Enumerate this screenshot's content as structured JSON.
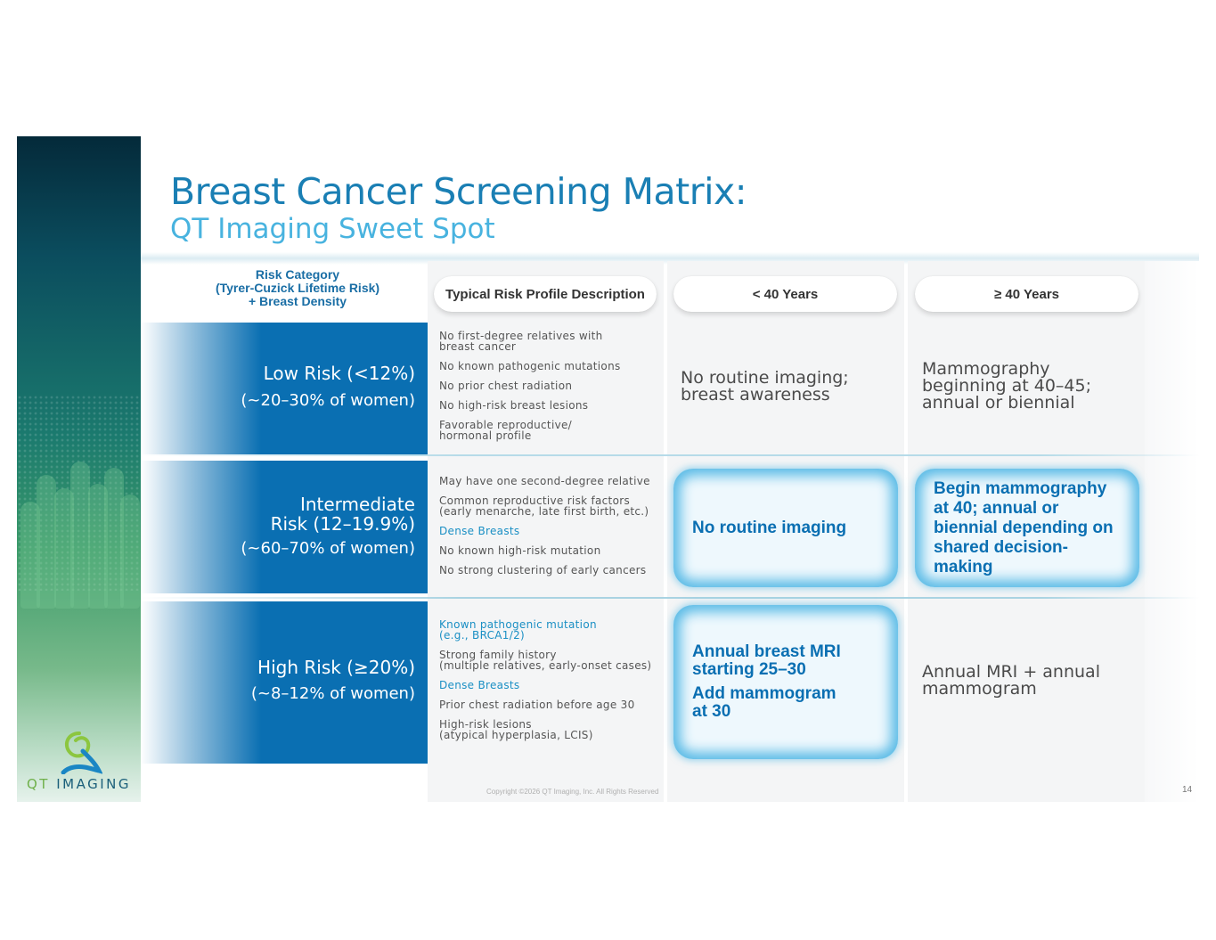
{
  "slide": {
    "title": "Breast Cancer Screening Matrix:",
    "subtitle": "QT Imaging Sweet Spot",
    "copyright": "Copyright ©2026 QT Imaging, Inc. All Rights Reserved",
    "page_number": "14"
  },
  "logo": {
    "prefix": "QT",
    "word": "IMAGING"
  },
  "table": {
    "risk_header": "Risk Category\n(Tyrer-Cuzick Lifetime Risk)\n+ Breast Density",
    "col_desc": "Typical Risk Profile Description",
    "col_under40": "< 40 Years",
    "col_over40": "≥ 40 Years",
    "rows": [
      {
        "risk": "Low Risk (<12%)",
        "share": "(~20–30% of women)",
        "desc": [
          "No first-degree relatives with\nbreast cancer",
          "No known pathogenic mutations",
          "No prior chest radiation",
          "No high-risk breast lesions",
          "Favorable reproductive/\nhormonal profile"
        ],
        "under40": "No routine imaging;\nbreast awareness",
        "over40": "Mammography\nbeginning at 40–45;\nannual or biennial"
      },
      {
        "risk": "Intermediate\nRisk (12–19.9%)",
        "share": "(~60–70% of women)",
        "desc": [
          "May have one second-degree relative",
          "Common reproductive risk factors\n(early menarche, late first birth, etc.)",
          "Dense Breasts",
          "No known high-risk mutation",
          "No strong clustering of early cancers"
        ],
        "under40": "No routine imaging",
        "over40": "Begin mammography\nat 40; annual or\nbiennial depending on\nshared decision-\nmaking"
      },
      {
        "risk": "High Risk (≥20%)",
        "share": "(~8–12% of women)",
        "desc": [
          "Known pathogenic mutation\n(e.g., BRCA1/2)",
          "Strong family history\n(multiple relatives, early-onset cases)",
          "Dense Breasts",
          "Prior chest radiation before age 30",
          "High-risk lesions\n(atypical hyperplasia, LCIS)"
        ],
        "under40_a": "Annual breast MRI\nstarting 25–30",
        "under40_b": "Add mammogram\nat 30",
        "over40": "Annual MRI + annual\nmammogram"
      }
    ]
  },
  "colors": {
    "title": "#1a7fb4",
    "subtitle": "#48b3df",
    "risk_band": "#0a6fb2",
    "highlight_text": "#1a8fc4",
    "glow": "#5bbbe6"
  },
  "icons": {
    "logo_mark": "qt-imaging-swirl-icon"
  }
}
